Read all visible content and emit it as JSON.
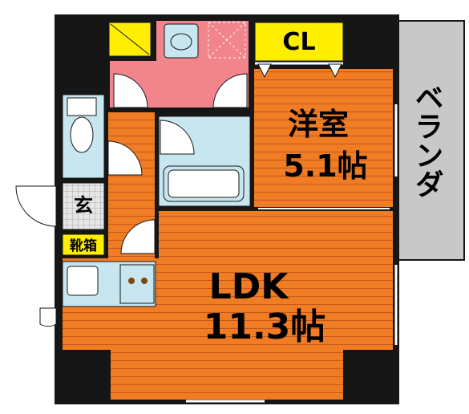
{
  "rooms": {
    "western_room": {
      "name": "洋室",
      "size": "5.1帖"
    },
    "ldk": {
      "name": "LDK",
      "size": "11.3帖"
    },
    "closet": {
      "name": "CL"
    },
    "veranda": {
      "name": "ベランダ"
    },
    "entrance": {
      "name": "玄"
    },
    "shoe_box": {
      "name": "靴箱"
    }
  },
  "colors": {
    "floor_wood": "#f07d24",
    "floor_grain": "#c4581a",
    "wall": "#161616",
    "wet_area": "#c8e6f0",
    "toilet_area": "#f2848c",
    "storage": "#ffee00",
    "veranda": "#c8c8c8",
    "entrance_tile": "#bbbbbb"
  }
}
